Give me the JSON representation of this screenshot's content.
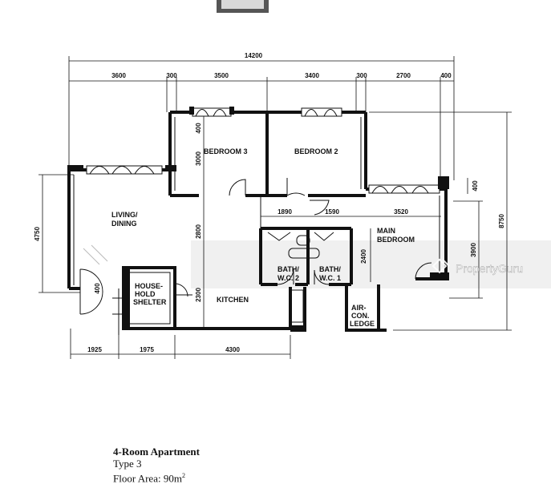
{
  "dimensions": {
    "overall_width": "14200",
    "top": [
      "3600",
      "300",
      "3500",
      "3400",
      "300",
      "2700",
      "400"
    ],
    "left_height": "4750",
    "right_overall": "8750",
    "right_main_bedroom": "3900",
    "right_top_small": "400",
    "bedroom3_small": "400",
    "bedroom3_depth": "3000",
    "living_inner": "2800",
    "shelter_small": "2300",
    "door_small": "400",
    "bath_depth": "2400",
    "bath_row": [
      "1890",
      "1590",
      "3520"
    ],
    "bottom": [
      "1925",
      "1975",
      "4300"
    ]
  },
  "rooms": {
    "bedroom3": "BEDROOM 3",
    "bedroom2": "BEDROOM 2",
    "living_line1": "LIVING/",
    "living_line2": "DINING",
    "main_bed_line1": "MAIN",
    "main_bed_line2": "BEDROOM",
    "bath2_line1": "BATH/",
    "bath2_line2": "W.C. 2",
    "bath1_line1": "BATH/",
    "bath1_line2": "W.C. 1",
    "shelter_line1": "HOUSE-",
    "shelter_line2": "HOLD",
    "shelter_line3": "SHELTER",
    "kitchen": "KITCHEN",
    "aircon_line1": "AIR-",
    "aircon_line2": "CON.",
    "aircon_line3": "LEDGE"
  },
  "watermark": "PropertyGuru",
  "caption": {
    "title": "4-Room Apartment",
    "type": "Type 3",
    "area_label": "Floor Area: 90m",
    "area_sup": "2"
  }
}
